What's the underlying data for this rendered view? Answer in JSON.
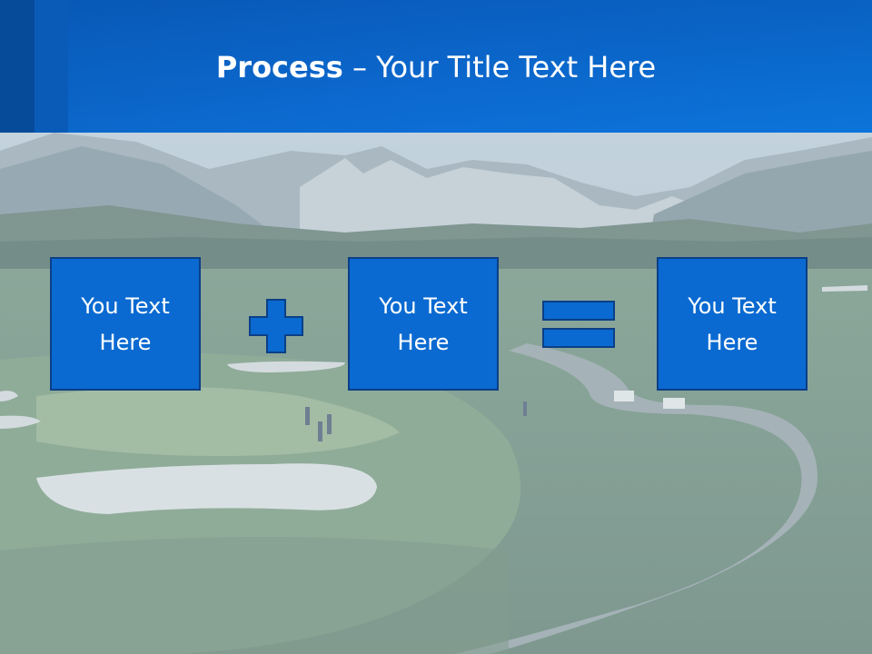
{
  "header": {
    "title_bold": "Process",
    "title_rest": " – Your Title Text Here"
  },
  "process": {
    "steps": [
      {
        "text": "You Text\nHere"
      },
      {
        "text": "You Text\nHere"
      },
      {
        "text": "You Text\nHere"
      }
    ],
    "operators": [
      "plus-icon",
      "equals-icon"
    ]
  },
  "colors": {
    "header_blue": "#0d6ed6",
    "box_fill": "#0a6ad1",
    "box_border": "#0b3f86",
    "text": "#ffffff"
  }
}
